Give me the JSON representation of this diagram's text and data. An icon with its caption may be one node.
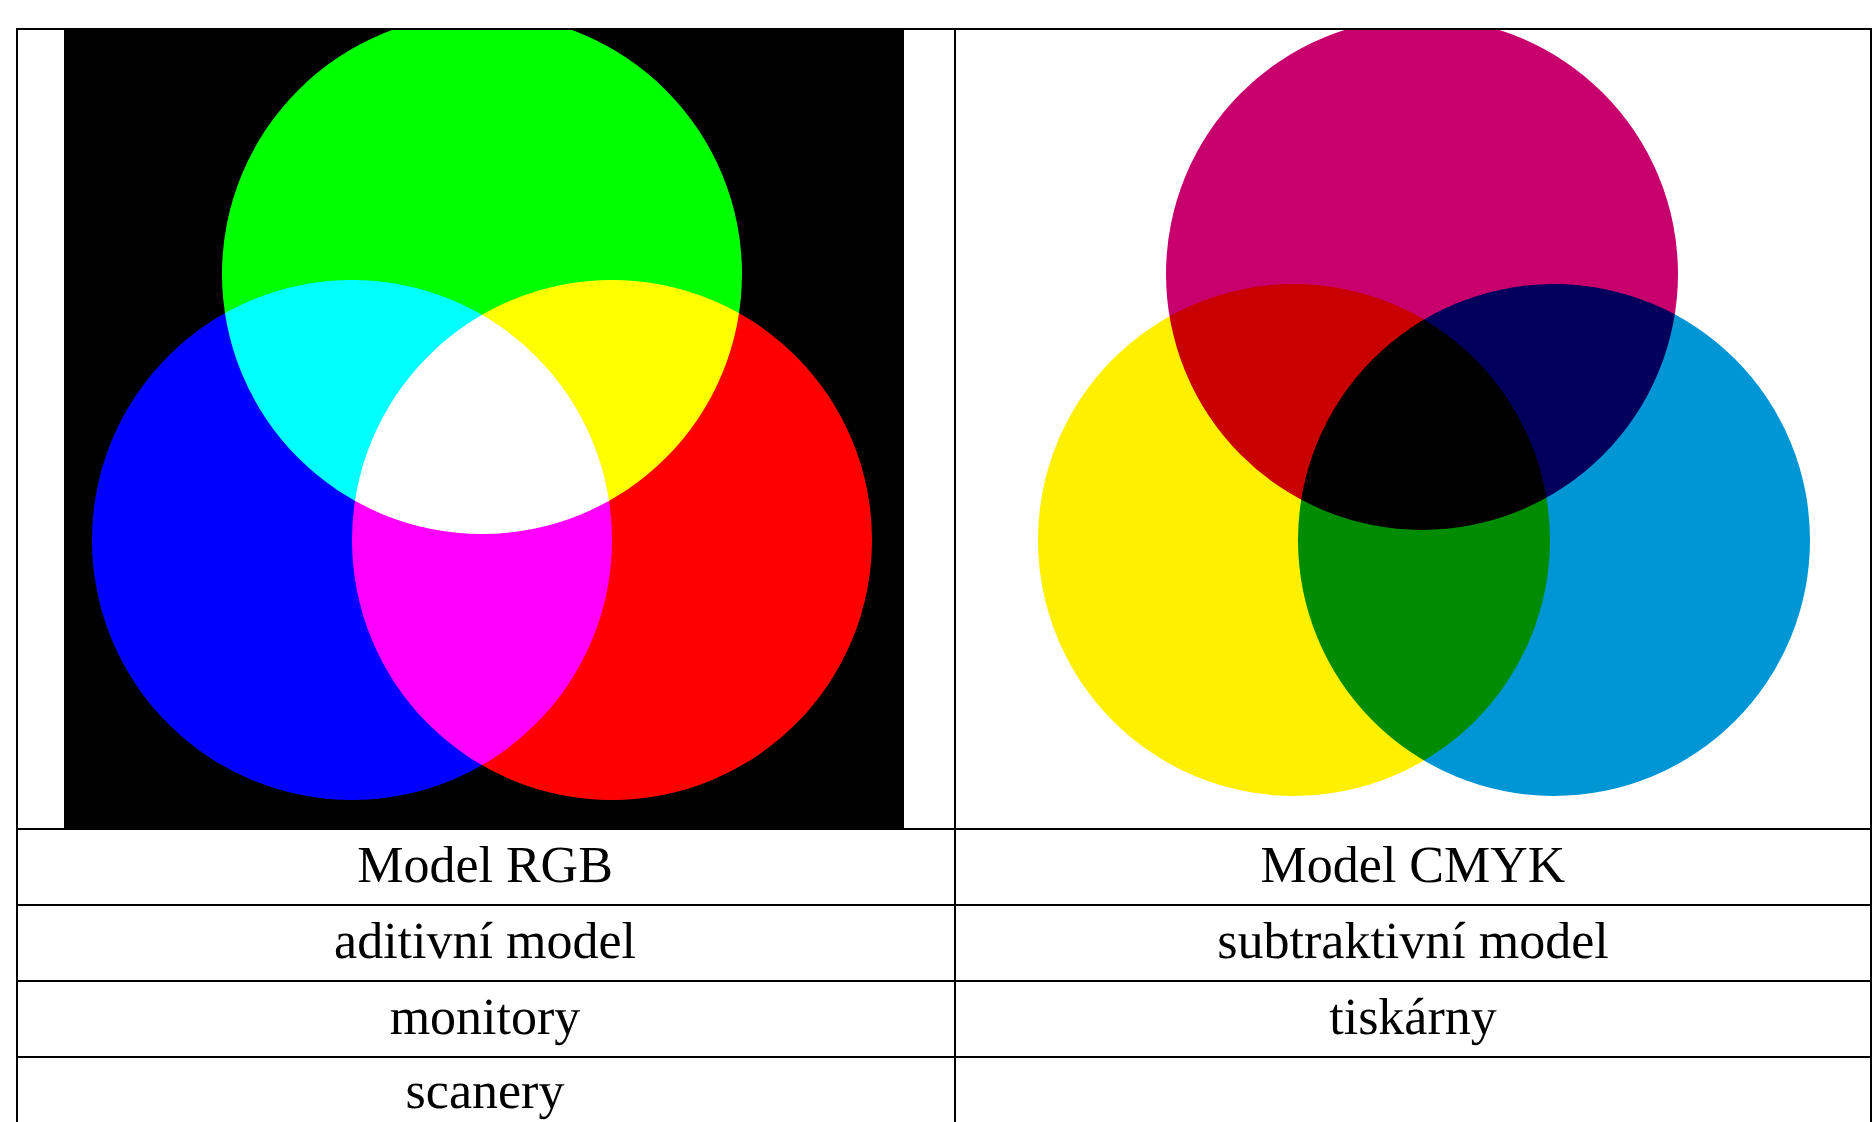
{
  "diagram": {
    "labels": [
      "Model RGB",
      "Model CMYK",
      "aditivní model",
      "subtraktivní model",
      "monitory",
      "tiskárny",
      "scanery"
    ]
  }
}
